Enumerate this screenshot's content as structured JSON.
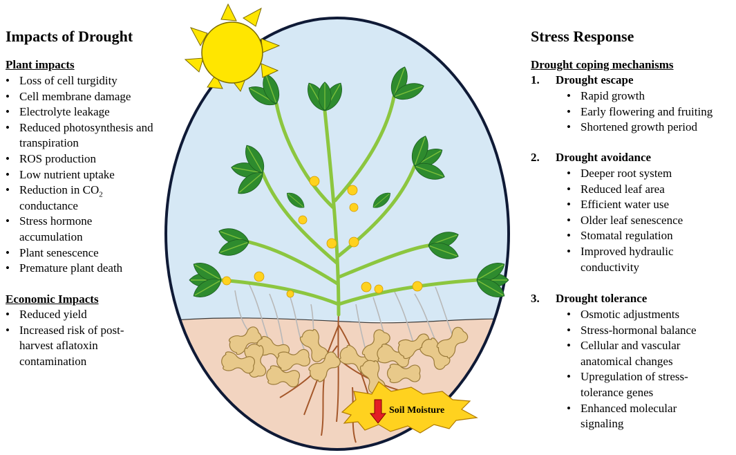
{
  "left": {
    "title": "Impacts of Drought",
    "plant_heading": "Plant impacts",
    "plant_items": [
      "Loss of cell turgidity",
      "Cell membrane damage",
      "Electrolyte leakage",
      "Reduced photosynthesis and transpiration",
      "ROS production",
      "Low nutrient uptake",
      "Reduction in CO2 conductance",
      "Stress hormone accumulation",
      "Plant senescence",
      "Premature plant death"
    ],
    "economic_heading": "Economic Impacts",
    "economic_items": [
      "Reduced yield",
      "Increased risk of post-harvest aflatoxin contamination"
    ]
  },
  "center": {
    "soil_label": "Soil Moisture",
    "colors": {
      "sky": "#d6e8f5",
      "soil": "#f2d4c0",
      "oval_border": "#0f1a36",
      "sun": "#ffe600",
      "leaf": "#2e8b2e",
      "stem": "#8cc63f",
      "flower": "#ffd21f",
      "peanut": "#e8c98a",
      "burst": "#ffd21f",
      "arrow": "#e31e24"
    }
  },
  "right": {
    "title": "Stress Response",
    "heading": "Drought coping mechanisms",
    "groups": [
      {
        "num": "1.",
        "label": "Drought escape",
        "items": [
          "Rapid growth",
          "Early flowering and fruiting",
          "Shortened growth period"
        ]
      },
      {
        "num": "2.",
        "label": "Drought avoidance",
        "items": [
          "Deeper root system",
          "Reduced leaf area",
          "Efficient water use",
          "Older leaf senescence",
          "Stomatal regulation",
          "Improved hydraulic conductivity"
        ]
      },
      {
        "num": "3.",
        "label": "Drought tolerance",
        "items": [
          "Osmotic adjustments",
          "Stress-hormonal balance",
          "Cellular and vascular anatomical changes",
          "Upregulation of stress-tolerance genes",
          "Enhanced molecular signaling"
        ]
      }
    ]
  }
}
